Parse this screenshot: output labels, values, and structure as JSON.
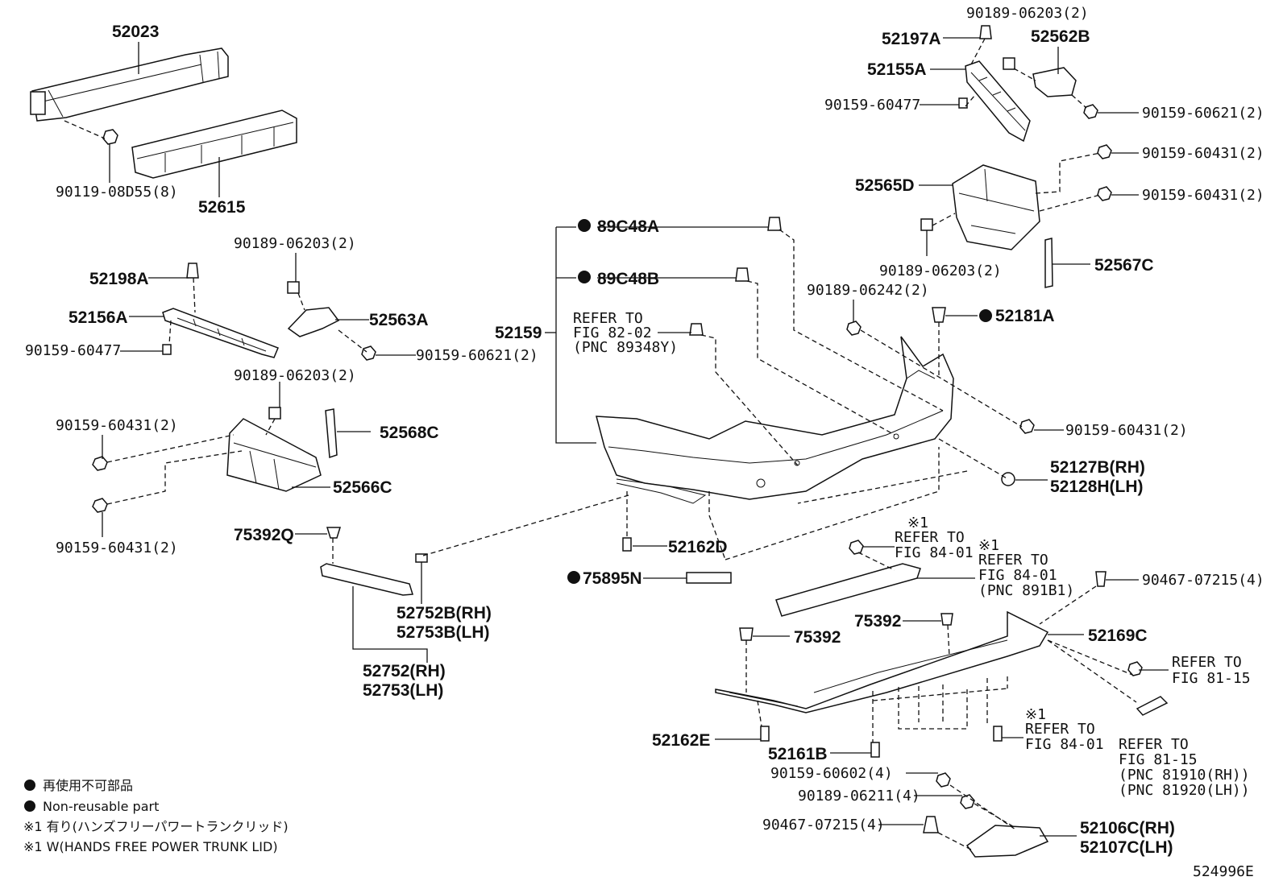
{
  "labels": {
    "p52023": "52023",
    "p90119_08D55": "90119-08D55(8)",
    "p52615": "52615",
    "p52197A": "52197A",
    "p90189_06203_top": "90189-06203(2)",
    "p52562B": "52562B",
    "p52155A": "52155A",
    "p90159_60477_top": "90159-60477",
    "p90159_60621_top": "90159-60621(2)",
    "p90159_60431_a": "90159-60431(2)",
    "p52565D": "52565D",
    "p90159_60431_b": "90159-60431(2)",
    "p90189_06203_mid": "90189-06203(2)",
    "p52567C": "52567C",
    "p89C48A": "89C48A",
    "p89C48B": "89C48B",
    "p90189_06203_left": "90189-06203(2)",
    "p52198A": "52198A",
    "p52156A": "52156A",
    "p52563A": "52563A",
    "p90159_60477_left": "90159-60477",
    "p90159_60621_left": "90159-60621(2)",
    "p52159": "52159",
    "refer_82_1": "REFER TO",
    "refer_82_2": "FIG 82-02",
    "refer_82_3": "(PNC 89348Y)",
    "p90189_06242": "90189-06242(2)",
    "p52181A": "52181A",
    "p90189_06203_c": "90189-06203(2)",
    "p90159_60431_c": "90159-60431(2)",
    "p52568C": "52568C",
    "p90159_60431_d": "90159-60431(2)",
    "p52566C": "52566C",
    "p90159_60431_e": "90159-60431(2)",
    "p52127B": "52127B(RH)",
    "p52128H": "52128H(LH)",
    "p75392Q": "75392Q",
    "p52162D": "52162D",
    "refer_84a_0": "※1",
    "refer_84a_1": "REFER TO",
    "refer_84a_2": "FIG 84-01",
    "refer_84b_0": "※1",
    "refer_84b_1": "REFER TO",
    "refer_84b_2": "FIG 84-01",
    "refer_84b_3": "(PNC 891B1)",
    "p75895N": "75895N",
    "p90467_07215_top": "90467-07215(4)",
    "p52752B": "52752B(RH)",
    "p52753B": "52753B(LH)",
    "p75392_a": "75392",
    "p75392_b": "75392",
    "p52169C": "52169C",
    "p52752": "52752(RH)",
    "p52753": "52753(LH)",
    "refer_81a_1": "REFER TO",
    "refer_81a_2": "FIG 81-15",
    "p52162E": "52162E",
    "p52161B": "52161B",
    "refer_84c_0": "※1",
    "refer_84c_1": "REFER TO",
    "refer_84c_2": "FIG 84-01",
    "refer_81b_1": "REFER TO",
    "refer_81b_2": "FIG 81-15",
    "refer_81b_3": "(PNC 81910(RH))",
    "refer_81b_4": "(PNC 81920(LH))",
    "p90159_60602": "90159-60602(4)",
    "p90189_06211": "90189-06211(4)",
    "p90467_07215_bot": "90467-07215(4)",
    "p52106C": "52106C(RH)",
    "p52107C": "52107C(LH)",
    "diagram_id": "524996E"
  },
  "legend": {
    "line1": "再使用不可部品",
    "line2": "Non-reusable part",
    "line3": "※1 有り(ハンズフリーパワートランクリッド)",
    "line4": "※1 W(HANDS FREE POWER TRUNK LID)"
  },
  "colors": {
    "ink": "#111111",
    "background": "#ffffff"
  }
}
